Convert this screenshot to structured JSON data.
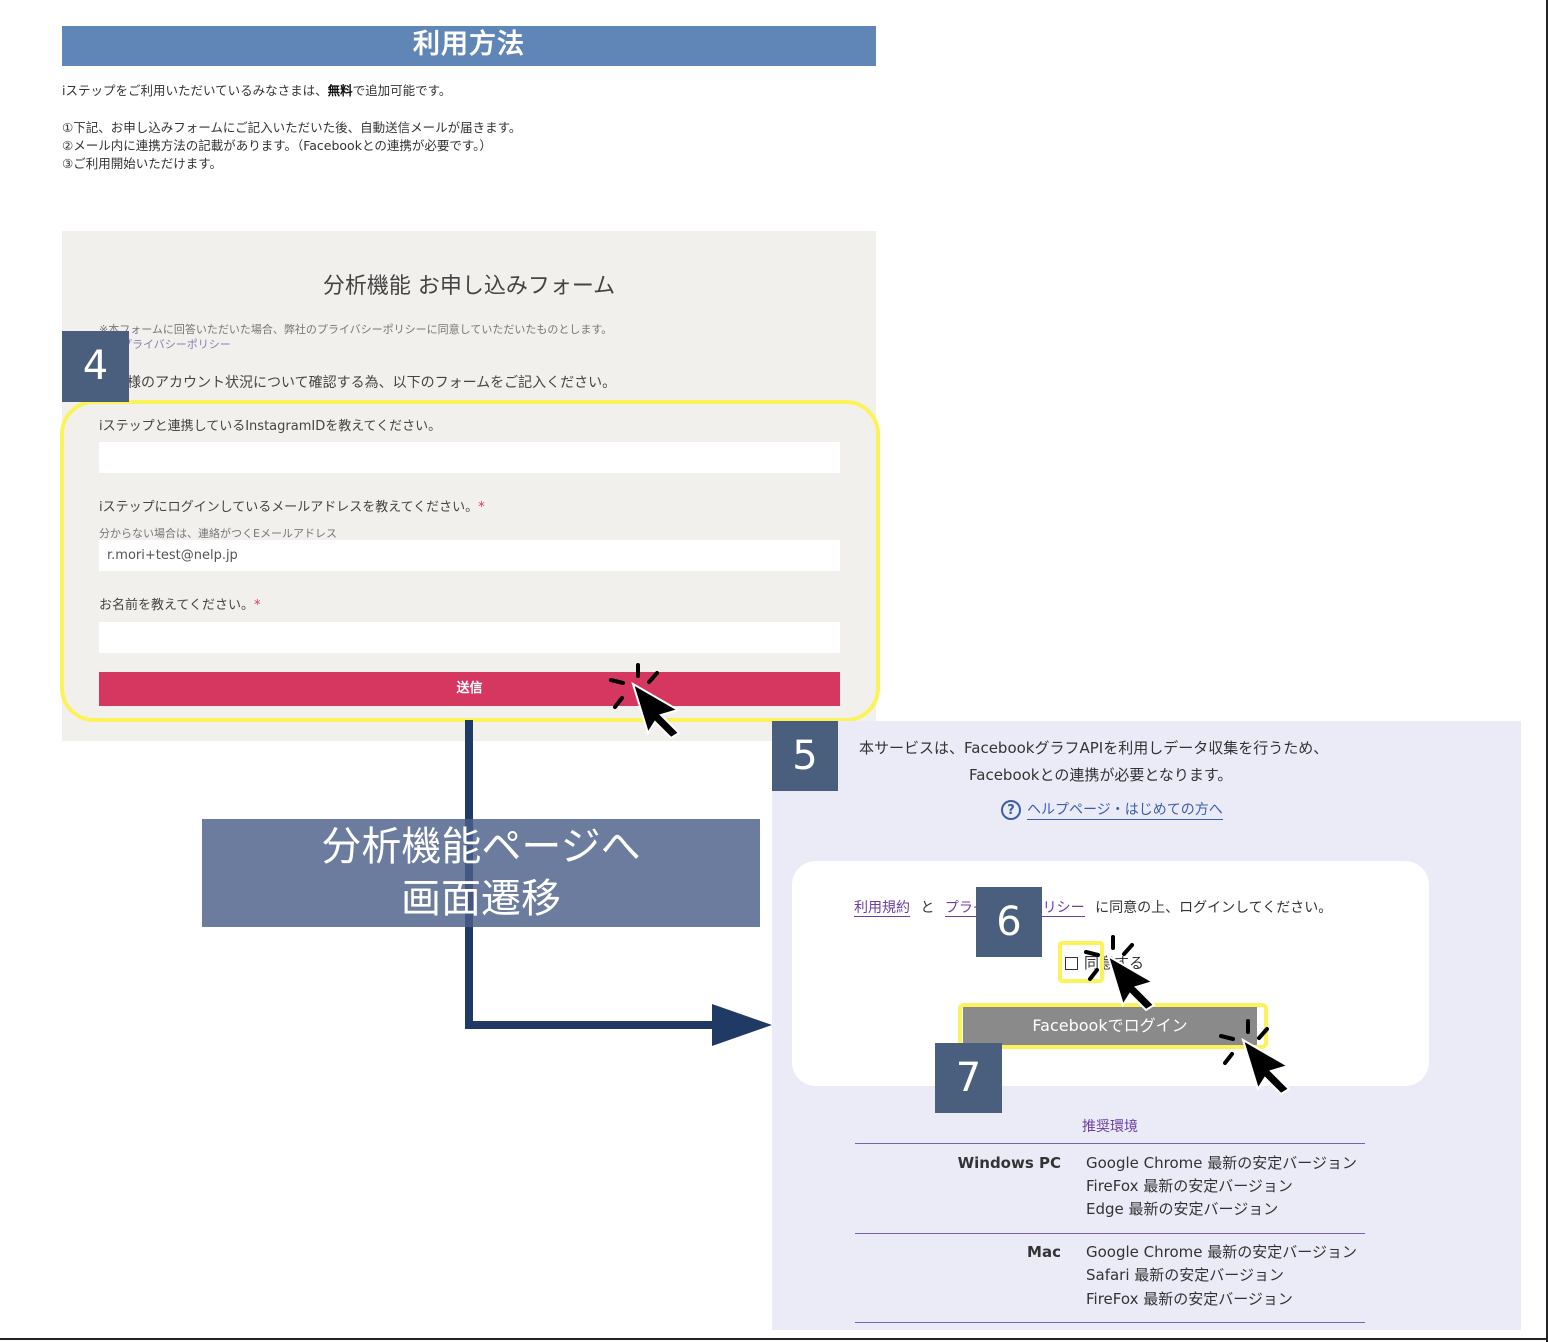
{
  "usage": {
    "heading": "利用方法",
    "intro_prefix": "iステップをご利用いただいているみなさまは、",
    "intro_bold": "無料",
    "intro_suffix": "で追加可能です。",
    "steps": [
      "①下記、お申し込みフォームにご記入いただいた後、自動送信メールが届きます。",
      "②メール内に連携方法の記載があります。（Facebookとの連携が必要です。）",
      "③ご利用開始いただけます。"
    ]
  },
  "form": {
    "title": "分析機能 お申し込みフォーム",
    "privacy_note": "※本フォームに回答いただいた場合、弊社のプライバシーポリシーに同意していただいたものとします。",
    "privacy_link": "弊社プライバシーポリシー",
    "account_note": "お客様のアカウント状況について確認する為、以下のフォームをご記入ください。",
    "q1_label": "iステップと連携しているInstagramIDを教えてください。",
    "q1_value": "",
    "q2_label": "iステップにログインしているメールアドレスを教えてください。",
    "q2_required": "*",
    "q2_hint": "分からない場合は、連絡がつくEメールアドレス",
    "q2_value": "r.mori+test@nelp.jp",
    "q3_label": "お名前を教えてください。",
    "q3_required": "*",
    "q3_value": "",
    "submit_label": "送信"
  },
  "badges": {
    "step4": "4",
    "step5": "5",
    "step6": "6",
    "step7": "7"
  },
  "transition": {
    "line1": "分析機能ページへ",
    "line2": "画面遷移"
  },
  "login": {
    "notice_line1": "本サービスは、FacebookグラフAPIを利用しデータ収集を行うため、",
    "notice_line2": "Facebookとの連携が必要となります。",
    "help_link": "ヘルプページ・はじめての方へ",
    "terms_link": "利用規約",
    "and_text": "と",
    "privacy_link": "プライバシーポリシー",
    "agree_instruction": "に同意の上、ログインしてください。",
    "checkbox_label": "同意する",
    "checkbox_checked": false,
    "facebook_button": "Facebookでログイン"
  },
  "environment": {
    "title": "推奨環境",
    "rows": [
      {
        "os": "Windows PC",
        "browsers": [
          "Google Chrome 最新の安定バージョン",
          "FireFox 最新の安定バージョン",
          "Edge 最新の安定バージョン"
        ]
      },
      {
        "os": "Mac",
        "browsers": [
          "Google Chrome 最新の安定バージョン",
          "Safari 最新の安定バージョン",
          "FireFox 最新の安定バージョン"
        ]
      }
    ]
  },
  "colors": {
    "heading_bar": "#5f86b7",
    "submit": "#d53760",
    "highlight": "#fbf35a",
    "badge": "#4a5f7e",
    "arrow": "#1f3a64",
    "login_panel": "#ebebf8"
  },
  "icons": {
    "cursor": "click-cursor-icon",
    "help": "question-circle-icon",
    "arrow": "flow-arrow-icon"
  }
}
